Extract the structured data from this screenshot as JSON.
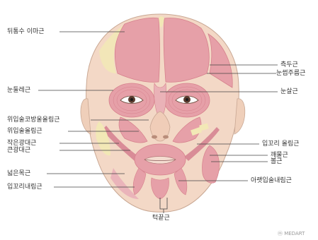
{
  "diagram": {
    "labels": {
      "dwittongsu_imagun": "뒤통수 이마근",
      "cheukdugeun": "측두근",
      "nunsseopjureumgeun": "눈썹주름근",
      "nundulregeun": "눈둘레근",
      "nunsalgeun": "눈살근",
      "wiipsulkobang": "위입술코방울올림근",
      "wiipsul": "위입술올림근",
      "jageungwangdae": "작은광대근",
      "keungwangdae": "큰광대근",
      "ipkkori_ollim": "입꼬리 올림근",
      "kkaemulgeun": "깨물근",
      "bolgeun": "볼근",
      "neolbeunmok": "넓은목근",
      "arae_ipsul": "아랫입술내림근",
      "ipkkori_naerim": "입꼬리내림근",
      "teokkeut": "턱끝근"
    },
    "watermark": "ⓜ MEDART"
  },
  "colors": {
    "skin": "#f3d8c6",
    "muscle": "#e6a0a8",
    "muscle_dark": "#d6808c",
    "tendon": "#f2e8b6",
    "line": "#444444"
  }
}
